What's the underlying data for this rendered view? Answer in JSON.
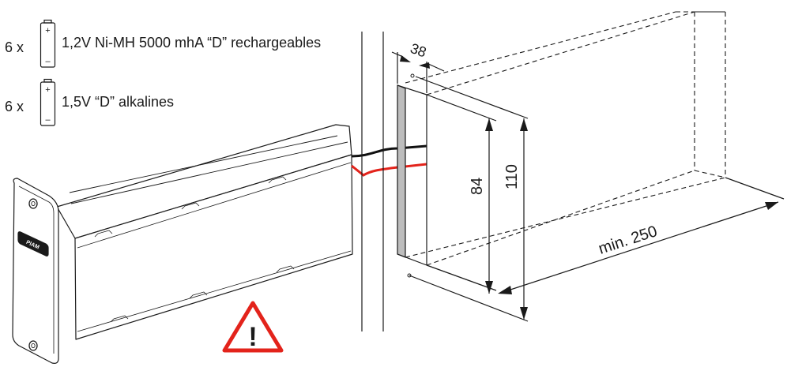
{
  "batteries": [
    {
      "count": "6 x",
      "plus": "+",
      "minus": "–",
      "description": "1,2V Ni-MH 5000 mhA “D” rechargeables"
    },
    {
      "count": "6 x",
      "plus": "+",
      "minus": "–",
      "description": "1,5V “D” alkalines"
    }
  ],
  "device": {
    "brand": "PIAM"
  },
  "dimensions": {
    "depth": "38",
    "inner_height": "84",
    "outer_height": "110",
    "length": "min. 250"
  },
  "warning": {
    "symbol": "!"
  },
  "colors": {
    "line": "#1a1a1a",
    "warning_red": "#e3231b",
    "wire_red": "#e3231b",
    "wire_black": "#111111",
    "slot": "#bdbdbd"
  }
}
